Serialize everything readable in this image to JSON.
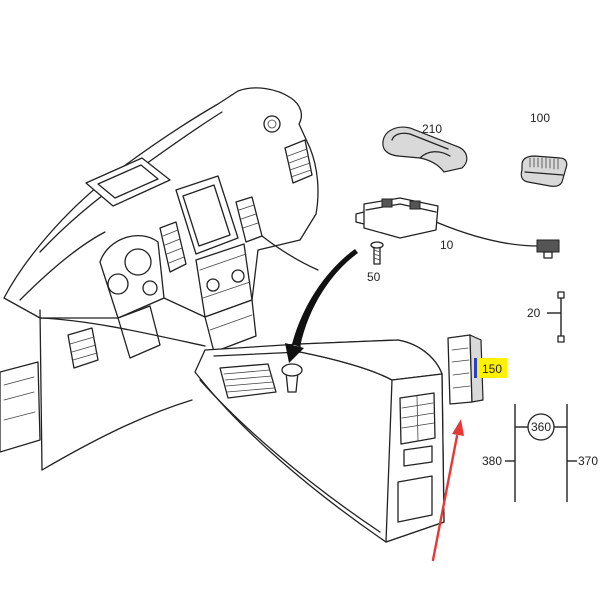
{
  "diagram": {
    "callouts": {
      "part_210": "210",
      "part_100": "100",
      "part_10": "10",
      "part_50": "50",
      "part_20": "20",
      "part_150": "150",
      "part_360": "360",
      "part_380": "380",
      "part_370": "370"
    },
    "colors": {
      "line": "#222222",
      "highlight": "#FFF200",
      "highlight_edge": "#2A3FD0",
      "red_arrow": "#E53935",
      "black_arrow": "#111111",
      "background": "#FFFFFF"
    }
  }
}
